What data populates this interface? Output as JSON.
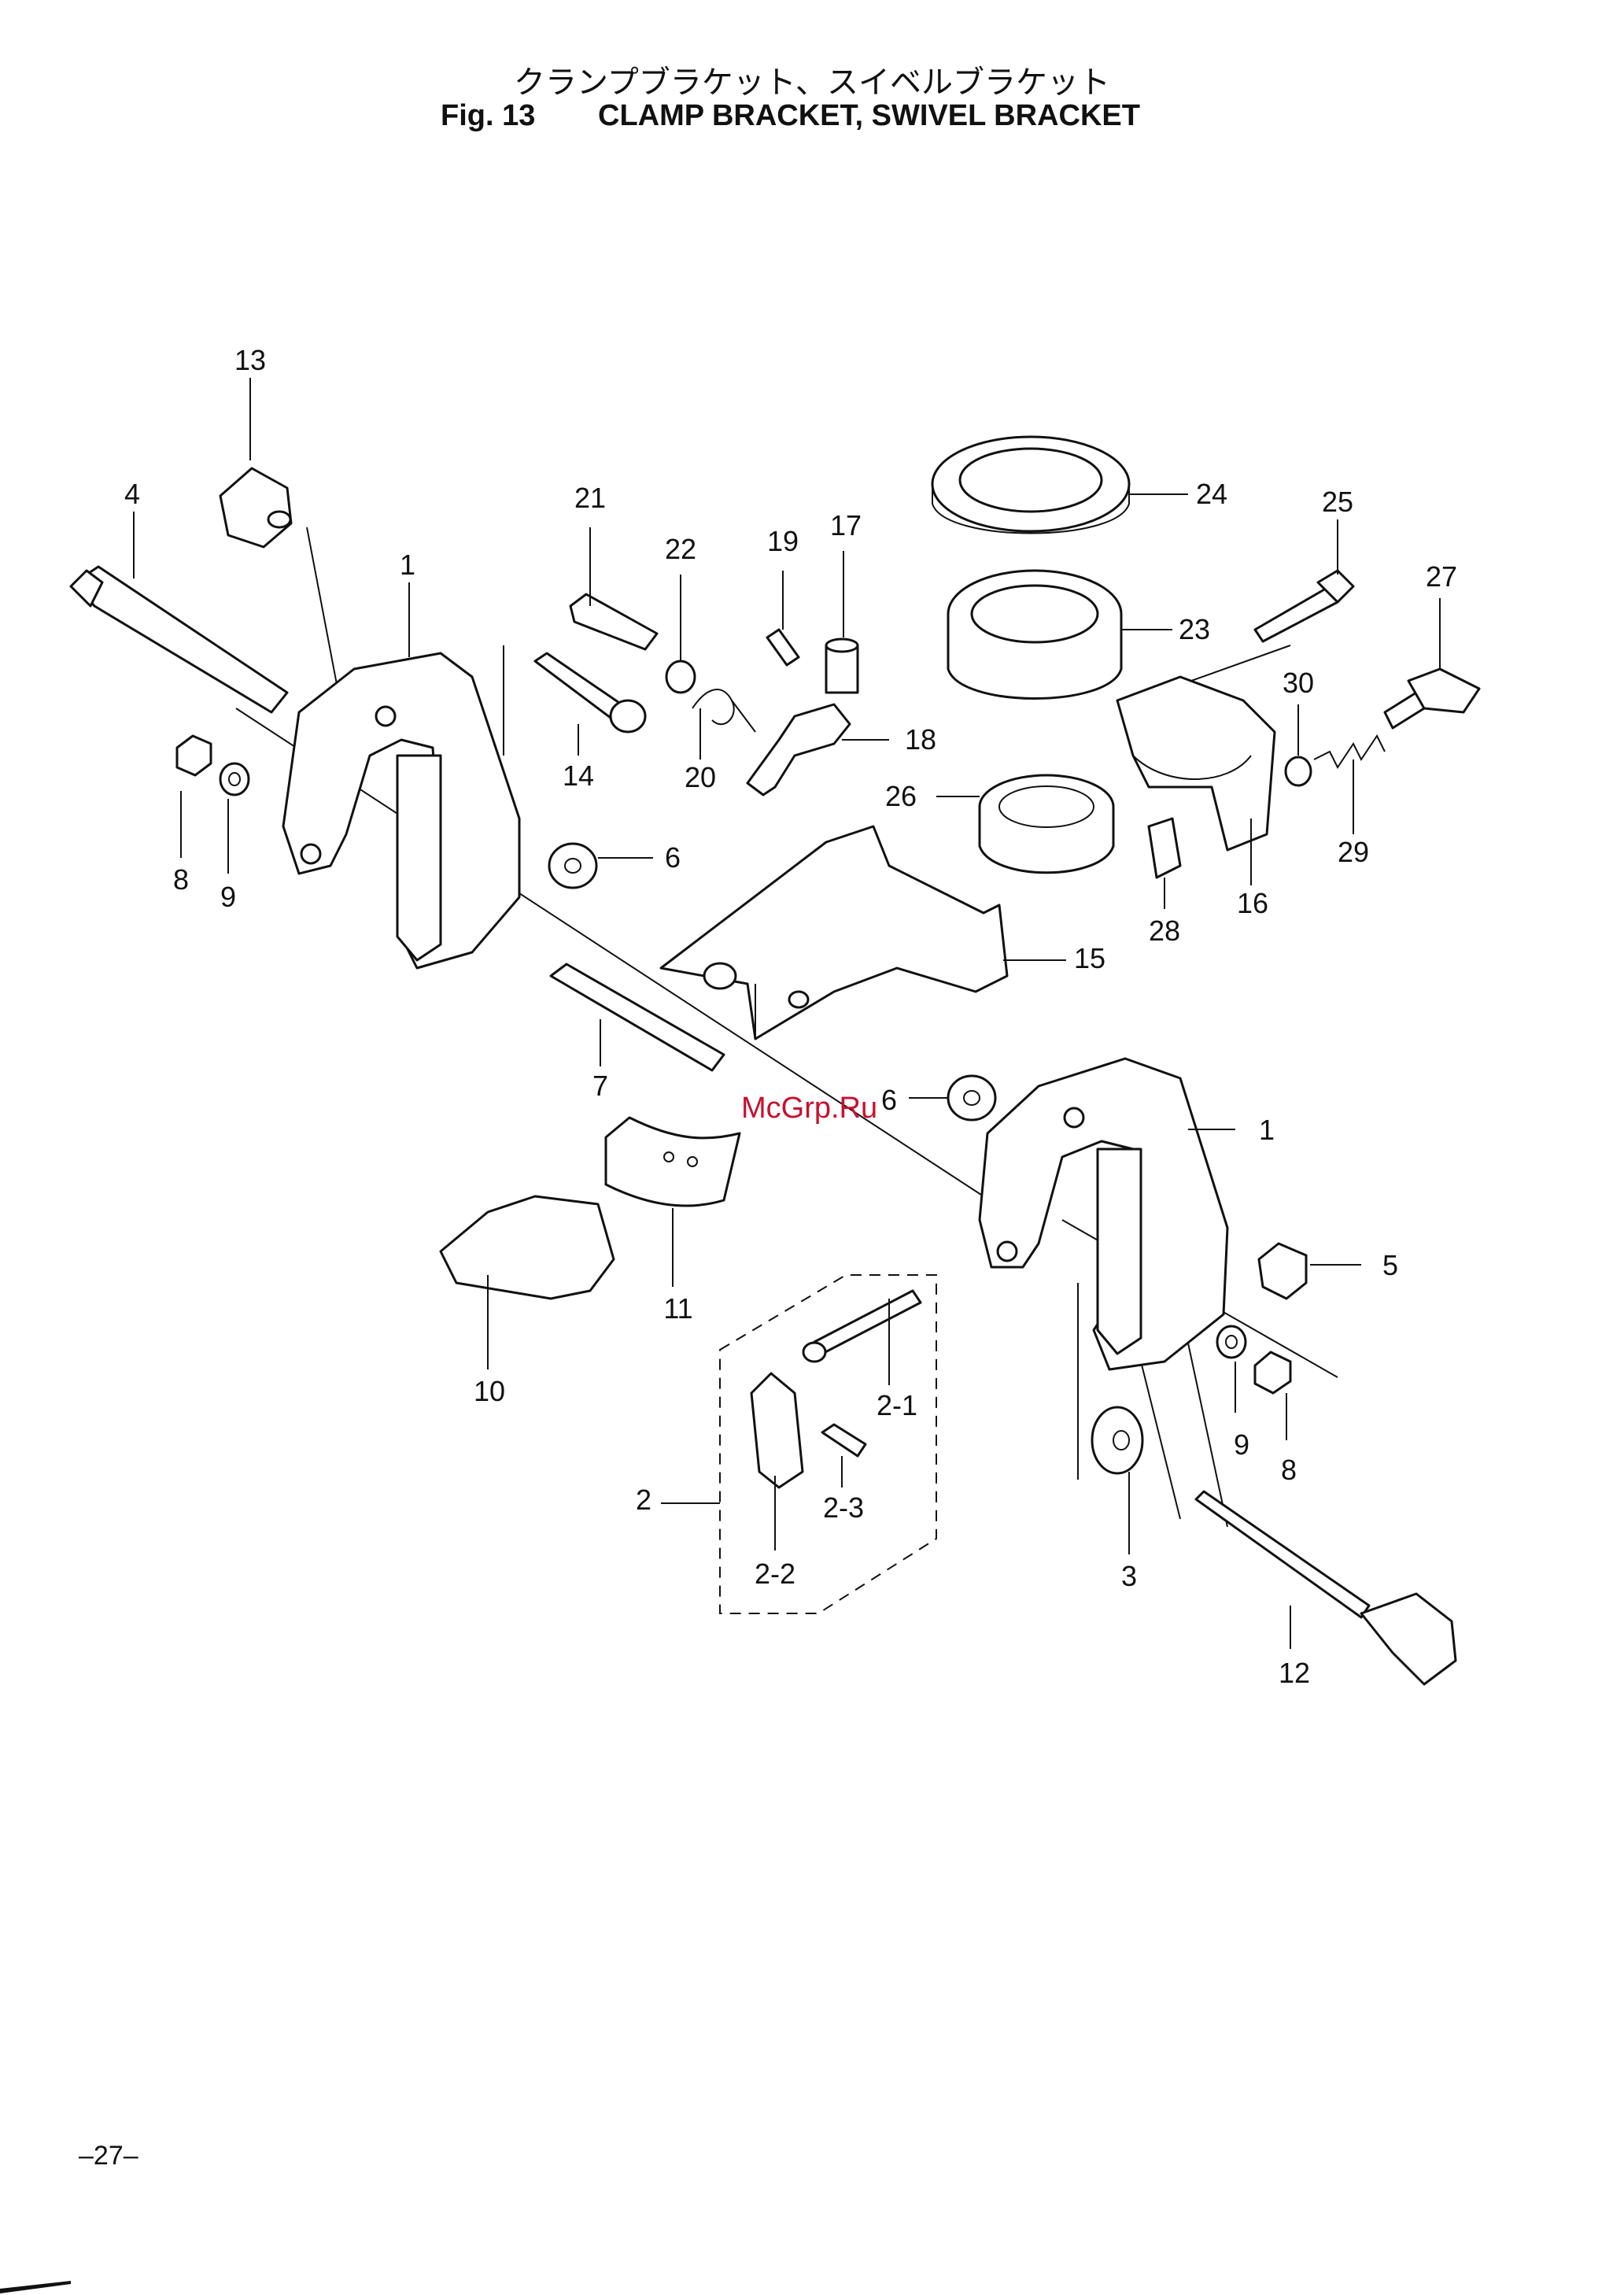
{
  "header": {
    "title_jp": "クランプブラケット、スイベルブラケット",
    "fig_label": "Fig. 13",
    "title_en": "CLAMP BRACKET, SWIVEL BRACKET"
  },
  "callouts": {
    "c1a": "1",
    "c1b": "1",
    "c2": "2",
    "c2_1": "2-1",
    "c2_2": "2-2",
    "c2_3": "2-3",
    "c3": "3",
    "c4": "4",
    "c5": "5",
    "c6a": "6",
    "c6b": "6",
    "c7": "7",
    "c8a": "8",
    "c8b": "8",
    "c9a": "9",
    "c9b": "9",
    "c10": "10",
    "c11": "11",
    "c12": "12",
    "c13": "13",
    "c14": "14",
    "c15": "15",
    "c16": "16",
    "c17": "17",
    "c18": "18",
    "c19": "19",
    "c20": "20",
    "c21": "21",
    "c22": "22",
    "c23": "23",
    "c24": "24",
    "c25": "25",
    "c26": "26",
    "c27": "27",
    "c28": "28",
    "c29": "29",
    "c30": "30"
  },
  "watermark": "McGrp.Ru",
  "footer": {
    "page_number": "–27–"
  }
}
